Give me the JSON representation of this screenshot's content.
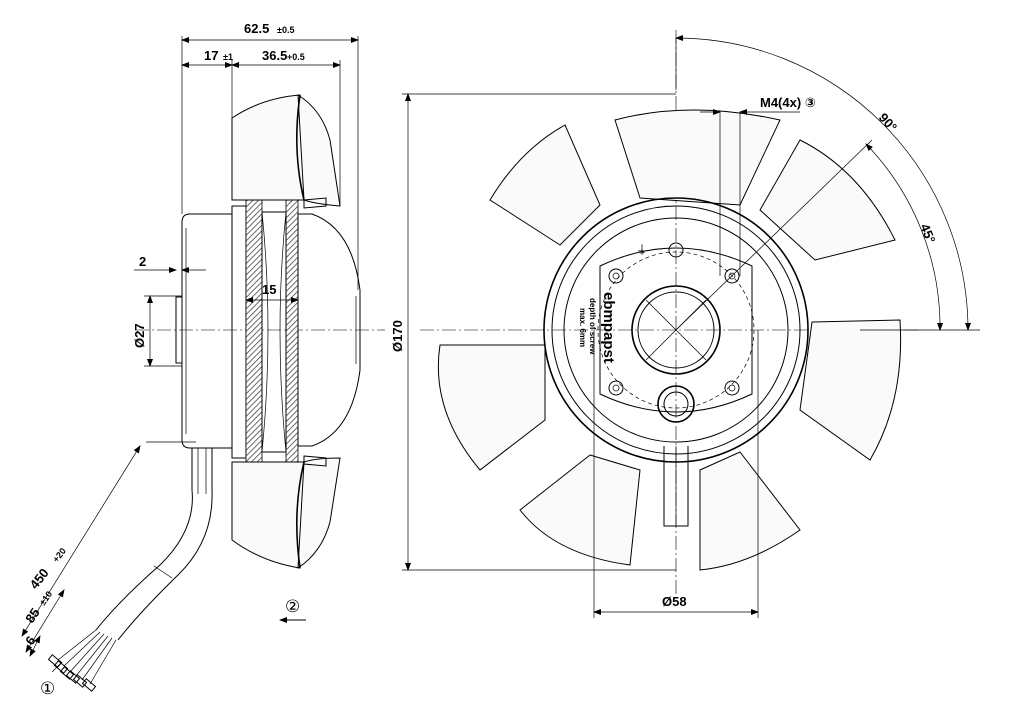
{
  "side_view": {
    "overall_width": {
      "value": "62.5",
      "tol": "±0.5"
    },
    "hub_offset": {
      "value": "17",
      "tol": "±1"
    },
    "blade_width": {
      "value": "36.5",
      "tol": "+0.5"
    },
    "gap": "2",
    "shaft_width": "15",
    "motor_diameter": "Ø27",
    "cable_length": {
      "value": "450",
      "tol": "+20"
    },
    "strip_length": {
      "value": "85",
      "tol": "±10"
    },
    "end_strip": "6",
    "note_1": "①",
    "note_2": "②"
  },
  "front_view": {
    "outer_diameter": "Ø170",
    "hub_diameter": "Ø58",
    "screw_spec": "M4(4x) ③",
    "angle_full": "90°",
    "angle_half": "45°",
    "label_brand": "ebmpapst",
    "label_depth": "depth of screw",
    "label_max": "max. 6mm"
  },
  "colors": {
    "line": "#000000",
    "background": "#ffffff",
    "hatch": "#444444"
  }
}
